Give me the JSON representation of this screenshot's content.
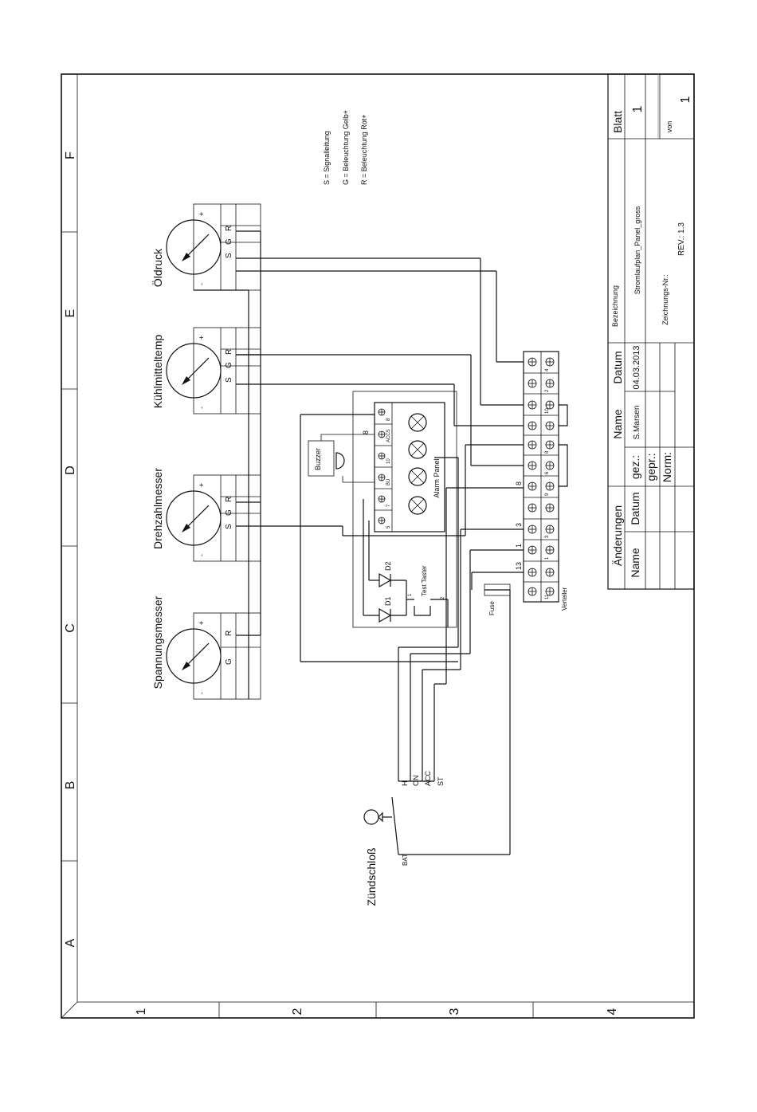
{
  "grid": {
    "columns": [
      "A",
      "B",
      "C",
      "D",
      "E",
      "F"
    ],
    "rows": [
      "1",
      "2",
      "3",
      "4"
    ]
  },
  "legend": {
    "s": "S = Signalleitung",
    "g": "G = Beleuchtung Gelb+",
    "r": "R = Beleuchtung Rot+"
  },
  "gauges": [
    {
      "name": "Öldruck",
      "terminals": [
        "S",
        "G",
        "R"
      ]
    },
    {
      "name": "Kühlmitteltemp",
      "terminals": [
        "S",
        "G",
        "R"
      ]
    },
    {
      "name": "Drehzahlmesser",
      "terminals": [
        "S",
        "G",
        "R"
      ]
    },
    {
      "name": "Spannungsmesser",
      "terminals": [
        "G",
        "R"
      ]
    }
  ],
  "gauge_signs": {
    "plus": "+",
    "minus": "-"
  },
  "alarm_panel": {
    "label": "Alarm Panel",
    "buzzer": "Buzzer",
    "pins": [
      "5",
      "7",
      "BU",
      "10",
      "ACCS",
      "8"
    ],
    "pin8_label": "8"
  },
  "diodes": {
    "d1": "D1",
    "d2": "D2"
  },
  "test_button": {
    "label": "Test Taster",
    "pin1": "1",
    "pin2": "2"
  },
  "fuse": {
    "label": "Fuse"
  },
  "distributor": {
    "label": "Verteiler",
    "numbers": [
      "4",
      "2",
      "10",
      "8",
      "6",
      "9",
      "3",
      "1",
      "11"
    ]
  },
  "wire_labels": [
    "8",
    "3",
    "1",
    "13"
  ],
  "ignition": {
    "title": "Zündschloß",
    "bat": "BAT",
    "outputs": [
      "H",
      "ON",
      "ACC",
      "ST"
    ]
  },
  "title_block": {
    "aenderungen": "Änderungen",
    "name": "Name",
    "datum": "Datum",
    "gez": "gez.:",
    "gepr": "gepr.:",
    "norm": "Norm:",
    "name_value": "S.Marsen",
    "datum_value": "04.03.2013",
    "bezeichnung_label": "Bezeichnung",
    "bezeichnung_value": "Stromlaufplan_Panel_gross",
    "zeichnungsnr_label": "Zeichnungs-Nr.:",
    "rev": "REV.: 1.3",
    "blatt_label": "Blatt",
    "blatt_value": "1",
    "von_label": "von",
    "von_value": "1"
  }
}
